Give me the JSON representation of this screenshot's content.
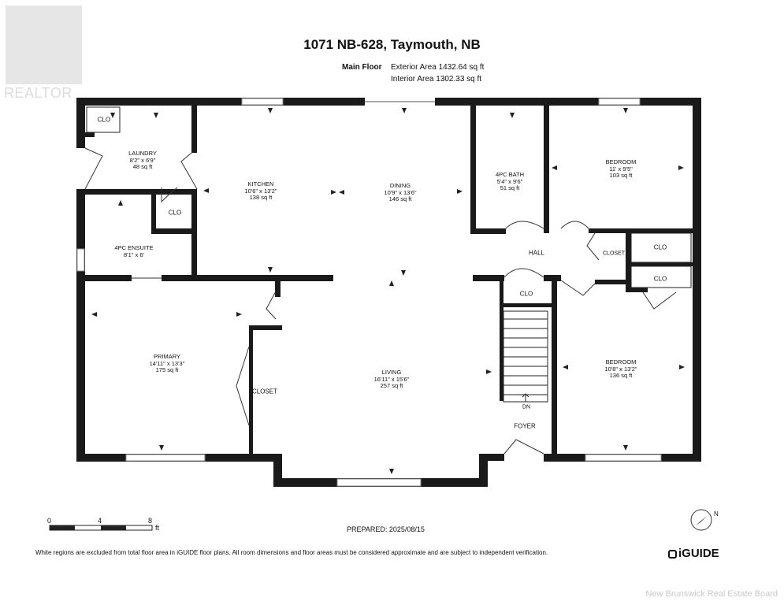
{
  "header": {
    "address": "1071 NB-628, Taymouth, NB",
    "floor_name": "Main Floor",
    "exterior_area": "Exterior Area 1432.64 sq ft",
    "interior_area": "Interior Area 1302.33 sq ft"
  },
  "rooms": {
    "laundry": {
      "name": "LAUNDRY",
      "dims": "8'2\" x 6'9\"",
      "area": "48 sq ft"
    },
    "kitchen": {
      "name": "KITCHEN",
      "dims": "10'6\" x 13'2\"",
      "area": "138 sq ft"
    },
    "dining": {
      "name": "DINING",
      "dims": "10'9\" x 13'6\"",
      "area": "146 sq ft"
    },
    "bath": {
      "name": "4PC BATH",
      "dims": "5'4\" x 9'6\"",
      "area": "51 sq ft"
    },
    "bedroom1": {
      "name": "BEDROOM",
      "dims": "11' x 9'5\"",
      "area": "103 sq ft"
    },
    "ensuite": {
      "name": "4PC ENSUITE",
      "dims": "8'1\" x 6'"
    },
    "primary": {
      "name": "PRIMARY",
      "dims": "14'11\" x 13'3\"",
      "area": "175 sq ft"
    },
    "living": {
      "name": "LIVING",
      "dims": "16'11\" x 15'6\"",
      "area": "257 sq ft"
    },
    "bedroom2": {
      "name": "BEDROOM",
      "dims": "10'8\" x 13'2\"",
      "area": "136 sq ft"
    }
  },
  "labels": {
    "clo": "CLO",
    "closet": "CLOSET",
    "hall": "HALL",
    "foyer": "FOYER",
    "dn": "DN"
  },
  "scale": {
    "t0": "0",
    "t4": "4",
    "t8": "8",
    "unit": "ft"
  },
  "prepared": "PREPARED: 2025/08/15",
  "disclaimer": "White regions are excluded from total floor area in iGUIDE floor plans. All room dimensions and floor areas must be considered approximate and are subject to independent verification.",
  "brand": "iGUIDE",
  "north_label": "N",
  "realtor": "REALTOR",
  "watermark": "New Brunswick Real Estate Board"
}
